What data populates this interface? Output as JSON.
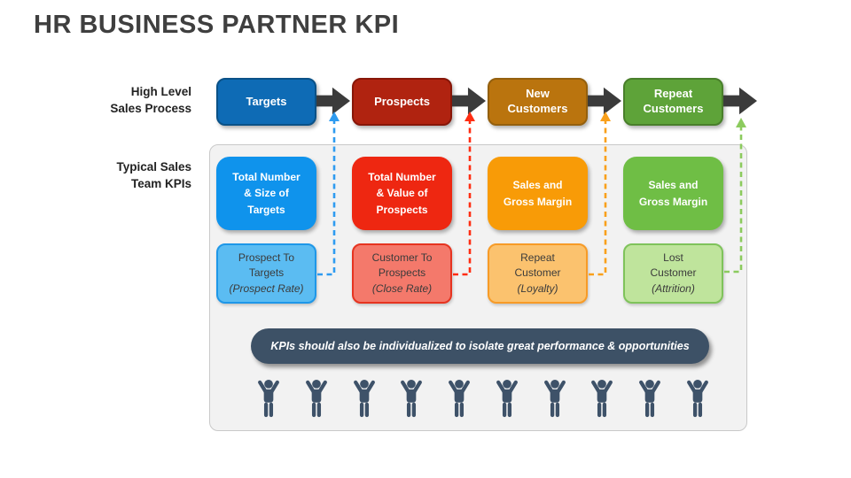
{
  "title": "HR BUSINESS PARTNER KPI",
  "labels": {
    "process_row": "High Level\nSales Process",
    "kpi_row": "Typical Sales\nTeam KPIs"
  },
  "panel_fill": "#F2F2F2",
  "flow_arrow_color": "#3B3B3B",
  "icons": {
    "flow_arrow": "block-arrow-right",
    "person": "person-arms-raised",
    "connector": "dashed-arrow-up"
  },
  "columns": [
    {
      "stage": "Targets",
      "stage_fill": "#0E6BB5",
      "stage_border": "#0A5187",
      "kpi": "Total Number\n& Size of\nTargets",
      "kpi_fill": "#0F93EC",
      "sub_label": "Prospect To\nTargets",
      "sub_note": "(Prospect Rate)",
      "sub_fill": "#5BBCF2",
      "sub_border": "#1E97E8",
      "connector_color": "#2E9BF0"
    },
    {
      "stage": "Prospects",
      "stage_fill": "#B02310",
      "stage_border": "#871608",
      "kpi": "Total Number\n& Value of\nProspects",
      "kpi_fill": "#EE2711",
      "sub_label": "Customer To\nProspects",
      "sub_note": "(Close Rate)",
      "sub_fill": "#F4796B",
      "sub_border": "#E63420",
      "connector_color": "#FF2D12"
    },
    {
      "stage": "New\nCustomers",
      "stage_fill": "#BA740E",
      "stage_border": "#94600E",
      "kpi": "Sales and\nGross Margin",
      "kpi_fill": "#F89B07",
      "sub_label": "Repeat\nCustomer",
      "sub_note": "(Loyalty)",
      "sub_fill": "#FBC26E",
      "sub_border": "#F79B27",
      "connector_color": "#F9A01B"
    },
    {
      "stage": "Repeat\nCustomers",
      "stage_fill": "#5EA339",
      "stage_border": "#497F2B",
      "kpi": "Sales and\nGross Margin",
      "kpi_fill": "#6FBE45",
      "sub_label": "Lost\nCustomer",
      "sub_note": "(Attrition)",
      "sub_fill": "#BFE49C",
      "sub_border": "#7FC35B",
      "connector_color": "#8CCB5E"
    }
  ],
  "banner": {
    "text": "KPIs should also be individualized to isolate great performance & opportunities",
    "fill": "#3D5166"
  },
  "footer": {
    "people_count": 10,
    "people_color": "#3E5269"
  }
}
